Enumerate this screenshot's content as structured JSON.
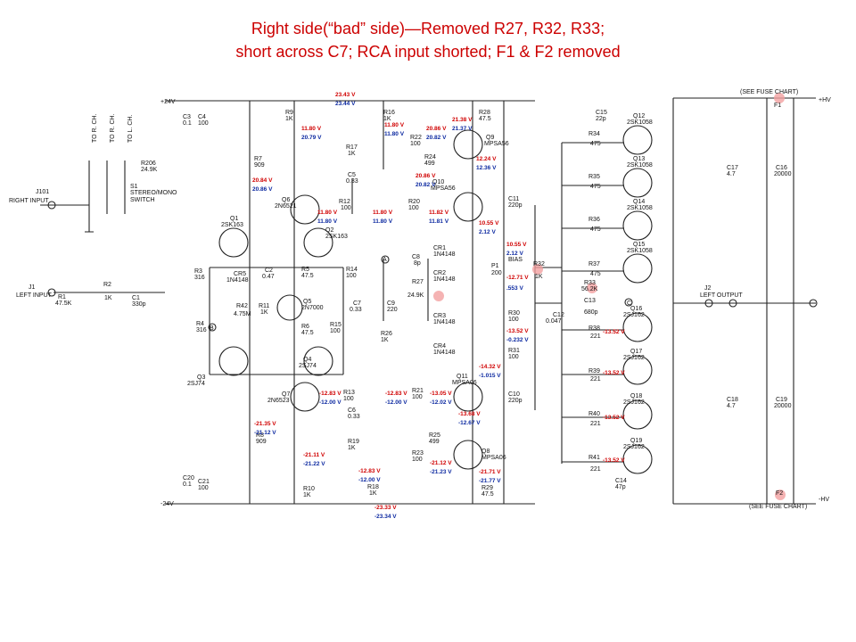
{
  "title": {
    "line1": "Right side(“bad” side)—Removed  R27, R32, R33;",
    "line2": "short across C7; RCA input shorted;  F1 & F2 removed"
  },
  "colors": {
    "title": "#cc0000",
    "meas_red": "#d00000",
    "meas_blue": "#0b28a0",
    "removed_mark": "#f2a0a0"
  },
  "schematic": {
    "rails": {
      "pos": "+24V",
      "neg": "-24V",
      "hv_pos": "+HV",
      "hv_neg": "-HV",
      "fuse_chart_top": "(SEE FUSE CHART)",
      "fuse_chart_bottom": "(SEE FUSE CHART)"
    },
    "io": {
      "right_input": "RIGHT INPUT",
      "j101": "J101",
      "left_input": "LEFT INPUT",
      "j1": "J1",
      "left_output": "LEFT OUTPUT",
      "j2": "J2",
      "to_r_ch_c": "TO R. CH.",
      "to_r_ch_a": "TO R. CH.",
      "to_l_ch": "TO L. CH.",
      "switch": "STEREO/MONO",
      "switch2": "SWITCH",
      "s1": "S1"
    },
    "labels": [
      {
        "id": "r206",
        "text": "R206"
      },
      {
        "id": "r206v",
        "text": "24.9K"
      },
      {
        "id": "c3",
        "text": "C3"
      },
      {
        "id": "c3v",
        "text": "0.1"
      },
      {
        "id": "c4",
        "text": "C4"
      },
      {
        "id": "c4v",
        "text": "100"
      },
      {
        "id": "r9",
        "text": "R9"
      },
      {
        "id": "r9v",
        "text": "1K"
      },
      {
        "id": "r16",
        "text": "R16"
      },
      {
        "id": "r16v",
        "text": "1K"
      },
      {
        "id": "r28",
        "text": "R28"
      },
      {
        "id": "r28v",
        "text": "47.5"
      },
      {
        "id": "q9",
        "text": "Q9"
      },
      {
        "id": "q9v",
        "text": "MPSA56"
      },
      {
        "id": "r22",
        "text": "R22"
      },
      {
        "id": "r22v",
        "text": "100"
      },
      {
        "id": "r24",
        "text": "R24"
      },
      {
        "id": "r24v",
        "text": "499"
      },
      {
        "id": "r17",
        "text": "R17"
      },
      {
        "id": "r17v",
        "text": "1K"
      },
      {
        "id": "c5",
        "text": "C5"
      },
      {
        "id": "c5v",
        "text": "0.33"
      },
      {
        "id": "r7",
        "text": "R7"
      },
      {
        "id": "r7v",
        "text": "909"
      },
      {
        "id": "q6",
        "text": "Q6"
      },
      {
        "id": "q6v",
        "text": "2N6521"
      },
      {
        "id": "r12",
        "text": "R12"
      },
      {
        "id": "r12v",
        "text": "100"
      },
      {
        "id": "r20",
        "text": "R20"
      },
      {
        "id": "r20v",
        "text": "100"
      },
      {
        "id": "q10",
        "text": "Q10"
      },
      {
        "id": "q10v",
        "text": "MPSA56"
      },
      {
        "id": "c11",
        "text": "C11"
      },
      {
        "id": "c11v",
        "text": "220p"
      },
      {
        "id": "q1",
        "text": "Q1"
      },
      {
        "id": "q1v",
        "text": "2SK163"
      },
      {
        "id": "q2",
        "text": "Q2"
      },
      {
        "id": "q2v",
        "text": "2SK163"
      },
      {
        "id": "cr1",
        "text": "CR1"
      },
      {
        "id": "cr1v",
        "text": "1N4148"
      },
      {
        "id": "cr2",
        "text": "CR2"
      },
      {
        "id": "cr2v",
        "text": "1N4148"
      },
      {
        "id": "p1",
        "text": "P1"
      },
      {
        "id": "p1v",
        "text": "200"
      },
      {
        "id": "bias",
        "text": "BIAS"
      },
      {
        "id": "r32",
        "text": "R32"
      },
      {
        "id": "r32v",
        "text": "1K"
      },
      {
        "id": "r3",
        "text": "R3"
      },
      {
        "id": "r3v",
        "text": "316"
      },
      {
        "id": "cr5",
        "text": "CR5"
      },
      {
        "id": "cr5v",
        "text": "1N4148"
      },
      {
        "id": "c2",
        "text": "C2"
      },
      {
        "id": "c2v",
        "text": "0.47"
      },
      {
        "id": "r5",
        "text": "R5"
      },
      {
        "id": "r5v",
        "text": "47.5"
      },
      {
        "id": "r14",
        "text": "R14"
      },
      {
        "id": "r14v",
        "text": "100"
      },
      {
        "id": "c8",
        "text": "C8"
      },
      {
        "id": "c8v",
        "text": "8p"
      },
      {
        "id": "r27",
        "text": "R27"
      },
      {
        "id": "r27v",
        "text": "24.9K"
      },
      {
        "id": "r1",
        "text": "R1"
      },
      {
        "id": "r1v",
        "text": "47.5K"
      },
      {
        "id": "r2",
        "text": "R2"
      },
      {
        "id": "r2v",
        "text": "1K"
      },
      {
        "id": "c1",
        "text": "C1"
      },
      {
        "id": "c1v",
        "text": "330p"
      },
      {
        "id": "r42",
        "text": "R42"
      },
      {
        "id": "r42v",
        "text": "4.75M"
      },
      {
        "id": "r11",
        "text": "R11"
      },
      {
        "id": "r11v",
        "text": "1K"
      },
      {
        "id": "q5",
        "text": "Q5"
      },
      {
        "id": "q5v",
        "text": "2N7000"
      },
      {
        "id": "c7",
        "text": "C7"
      },
      {
        "id": "c7v",
        "text": "0.33"
      },
      {
        "id": "c9",
        "text": "C9"
      },
      {
        "id": "c9v",
        "text": "220"
      },
      {
        "id": "r4",
        "text": "R4"
      },
      {
        "id": "r4v",
        "text": "316"
      },
      {
        "id": "r6",
        "text": "R6"
      },
      {
        "id": "r6v",
        "text": "47.5"
      },
      {
        "id": "r15",
        "text": "R15"
      },
      {
        "id": "r15v",
        "text": "100"
      },
      {
        "id": "r26",
        "text": "R26"
      },
      {
        "id": "r26v",
        "text": "1K"
      },
      {
        "id": "cr3",
        "text": "CR3"
      },
      {
        "id": "cr3v",
        "text": "1N4148"
      },
      {
        "id": "r30",
        "text": "R30"
      },
      {
        "id": "r30v",
        "text": "100"
      },
      {
        "id": "c12",
        "text": "C12"
      },
      {
        "id": "c12v",
        "text": "0.047"
      },
      {
        "id": "q3",
        "text": "Q3"
      },
      {
        "id": "q3v",
        "text": "2SJ74"
      },
      {
        "id": "q4",
        "text": "Q4"
      },
      {
        "id": "q4v",
        "text": "2SJ74"
      },
      {
        "id": "cr4",
        "text": "CR4"
      },
      {
        "id": "cr4v",
        "text": "1N4148"
      },
      {
        "id": "r31",
        "text": "R31"
      },
      {
        "id": "r31v",
        "text": "100"
      },
      {
        "id": "q7",
        "text": "Q7"
      },
      {
        "id": "q7v",
        "text": "2N6523"
      },
      {
        "id": "r13",
        "text": "R13"
      },
      {
        "id": "r13v",
        "text": "100"
      },
      {
        "id": "r21",
        "text": "R21"
      },
      {
        "id": "r21v",
        "text": "100"
      },
      {
        "id": "q11",
        "text": "Q11"
      },
      {
        "id": "q11v",
        "text": "MPSA06"
      },
      {
        "id": "c10",
        "text": "C10"
      },
      {
        "id": "c10v",
        "text": "220p"
      },
      {
        "id": "c6",
        "text": "C6"
      },
      {
        "id": "c6v",
        "text": "0.33"
      },
      {
        "id": "r19",
        "text": "R19"
      },
      {
        "id": "r19v",
        "text": "1K"
      },
      {
        "id": "r25",
        "text": "R25"
      },
      {
        "id": "r25v",
        "text": "499"
      },
      {
        "id": "r8",
        "text": "R8"
      },
      {
        "id": "r8v",
        "text": "909"
      },
      {
        "id": "q8",
        "text": "Q8"
      },
      {
        "id": "q8v",
        "text": "MPSA06"
      },
      {
        "id": "r23",
        "text": "R23"
      },
      {
        "id": "r23v",
        "text": "100"
      },
      {
        "id": "c20",
        "text": "C20"
      },
      {
        "id": "c20v",
        "text": "0.1"
      },
      {
        "id": "c21",
        "text": "C21"
      },
      {
        "id": "c21v",
        "text": "100"
      },
      {
        "id": "r10",
        "text": "R10"
      },
      {
        "id": "r10v",
        "text": "1K"
      },
      {
        "id": "r18",
        "text": "R18"
      },
      {
        "id": "r18v",
        "text": "1K"
      },
      {
        "id": "r29",
        "text": "R29"
      },
      {
        "id": "r29v",
        "text": "47.5"
      },
      {
        "id": "c15",
        "text": "C15"
      },
      {
        "id": "c15v",
        "text": "22p"
      },
      {
        "id": "q12",
        "text": "Q12"
      },
      {
        "id": "q12v",
        "text": "2SK1058"
      },
      {
        "id": "q13",
        "text": "Q13"
      },
      {
        "id": "q13v",
        "text": "2SK1058"
      },
      {
        "id": "q14",
        "text": "Q14"
      },
      {
        "id": "q14v",
        "text": "2SK1058"
      },
      {
        "id": "q15",
        "text": "Q15"
      },
      {
        "id": "q15v",
        "text": "2SK1058"
      },
      {
        "id": "r34",
        "text": "R34"
      },
      {
        "id": "r34v",
        "text": "475"
      },
      {
        "id": "r35",
        "text": "R35"
      },
      {
        "id": "r35v",
        "text": "475"
      },
      {
        "id": "r36",
        "text": "R36"
      },
      {
        "id": "r36v",
        "text": "475"
      },
      {
        "id": "r37",
        "text": "R37"
      },
      {
        "id": "r37v",
        "text": "475"
      },
      {
        "id": "c17",
        "text": "C17"
      },
      {
        "id": "c17v",
        "text": "4.7"
      },
      {
        "id": "c16",
        "text": "C16"
      },
      {
        "id": "c16v",
        "text": "20000"
      },
      {
        "id": "r33",
        "text": "R33"
      },
      {
        "id": "r33v",
        "text": "56.2K"
      },
      {
        "id": "c13",
        "text": "C13"
      },
      {
        "id": "c13v",
        "text": "680p"
      },
      {
        "id": "q16",
        "text": "Q16"
      },
      {
        "id": "q16v",
        "text": "2SJ162"
      },
      {
        "id": "q17",
        "text": "Q17"
      },
      {
        "id": "q17v",
        "text": "2SJ162"
      },
      {
        "id": "q18",
        "text": "Q18"
      },
      {
        "id": "q18v",
        "text": "2SJ162"
      },
      {
        "id": "q19",
        "text": "Q19"
      },
      {
        "id": "q19v",
        "text": "2SJ162"
      },
      {
        "id": "r38",
        "text": "R38"
      },
      {
        "id": "r38v",
        "text": "221"
      },
      {
        "id": "r39",
        "text": "R39"
      },
      {
        "id": "r39v",
        "text": "221"
      },
      {
        "id": "r40",
        "text": "R40"
      },
      {
        "id": "r40v",
        "text": "221"
      },
      {
        "id": "r41",
        "text": "R41"
      },
      {
        "id": "r41v",
        "text": "221"
      },
      {
        "id": "c18",
        "text": "C18"
      },
      {
        "id": "c18v",
        "text": "4.7"
      },
      {
        "id": "c19",
        "text": "C19"
      },
      {
        "id": "c19v",
        "text": "20000"
      },
      {
        "id": "c14",
        "text": "C14"
      },
      {
        "id": "c14v",
        "text": "47p"
      },
      {
        "id": "f1",
        "text": "F1"
      },
      {
        "id": "f2",
        "text": "F2"
      },
      {
        "id": "nodeA",
        "text": "A"
      },
      {
        "id": "nodeB",
        "text": "B"
      },
      {
        "id": "nodeC",
        "text": "C"
      }
    ],
    "measurements": [
      {
        "id": "m1",
        "text": "23.43 V",
        "color": "red"
      },
      {
        "id": "m2",
        "text": "23.44 V",
        "color": "blue"
      },
      {
        "id": "m3",
        "text": "11.80 V",
        "color": "red"
      },
      {
        "id": "m4",
        "text": "11.80 V",
        "color": "blue"
      },
      {
        "id": "m5",
        "text": "21.38 V",
        "color": "red"
      },
      {
        "id": "m6",
        "text": "21.37 V",
        "color": "blue"
      },
      {
        "id": "m7",
        "text": "11.80 V",
        "color": "red"
      },
      {
        "id": "m8",
        "text": "20.79 V",
        "color": "blue"
      },
      {
        "id": "m9",
        "text": "20.86 V",
        "color": "red"
      },
      {
        "id": "m10",
        "text": "20.82 V",
        "color": "blue"
      },
      {
        "id": "m11",
        "text": "12.24 V",
        "color": "red"
      },
      {
        "id": "m12",
        "text": "12.36 V",
        "color": "blue"
      },
      {
        "id": "m13",
        "text": "20.86 V",
        "color": "red"
      },
      {
        "id": "m14",
        "text": "20.82 V",
        "color": "blue"
      },
      {
        "id": "m15",
        "text": "20.84 V",
        "color": "red"
      },
      {
        "id": "m16",
        "text": "20.86 V",
        "color": "blue"
      },
      {
        "id": "m17",
        "text": "11.80 V",
        "color": "red"
      },
      {
        "id": "m18",
        "text": "11.80 V",
        "color": "blue"
      },
      {
        "id": "m19",
        "text": "11.80 V",
        "color": "red"
      },
      {
        "id": "m20",
        "text": "11.80 V",
        "color": "blue"
      },
      {
        "id": "m21",
        "text": "11.82 V",
        "color": "red"
      },
      {
        "id": "m22",
        "text": "11.81 V",
        "color": "blue"
      },
      {
        "id": "m23",
        "text": "10.55 V",
        "color": "red"
      },
      {
        "id": "m24",
        "text": "2.12 V",
        "color": "blue"
      },
      {
        "id": "m25",
        "text": "10.55 V",
        "color": "red"
      },
      {
        "id": "m26",
        "text": "2.12 V",
        "color": "blue"
      },
      {
        "id": "m27",
        "text": "-12.71 V",
        "color": "red"
      },
      {
        "id": "m28",
        "text": ".553 V",
        "color": "blue"
      },
      {
        "id": "m29",
        "text": "-13.52 V",
        "color": "red"
      },
      {
        "id": "m30",
        "text": "-0.232 V",
        "color": "blue"
      },
      {
        "id": "m31",
        "text": "-14.32 V",
        "color": "red"
      },
      {
        "id": "m32",
        "text": "-1.015 V",
        "color": "blue"
      },
      {
        "id": "m33",
        "text": "-12.83 V",
        "color": "red"
      },
      {
        "id": "m34",
        "text": "-12.00 V",
        "color": "blue"
      },
      {
        "id": "m35",
        "text": "-12.83 V",
        "color": "red"
      },
      {
        "id": "m36",
        "text": "-12.00 V",
        "color": "blue"
      },
      {
        "id": "m37",
        "text": "-13.05 V",
        "color": "red"
      },
      {
        "id": "m38",
        "text": "-12.02 V",
        "color": "blue"
      },
      {
        "id": "m39",
        "text": "-13.68 V",
        "color": "red"
      },
      {
        "id": "m40",
        "text": "-12.67 V",
        "color": "blue"
      },
      {
        "id": "m41",
        "text": "-21.35 V",
        "color": "red"
      },
      {
        "id": "m42",
        "text": "-21.12 V",
        "color": "blue"
      },
      {
        "id": "m43",
        "text": "-21.11 V",
        "color": "red"
      },
      {
        "id": "m44",
        "text": "-21.22 V",
        "color": "blue"
      },
      {
        "id": "m45",
        "text": "-21.12 V",
        "color": "red"
      },
      {
        "id": "m46",
        "text": "-21.23 V",
        "color": "blue"
      },
      {
        "id": "m47",
        "text": "-21.71 V",
        "color": "red"
      },
      {
        "id": "m48",
        "text": "-21.77 V",
        "color": "blue"
      },
      {
        "id": "m49",
        "text": "-12.83 V",
        "color": "red"
      },
      {
        "id": "m50",
        "text": "-12.00 V",
        "color": "blue"
      },
      {
        "id": "m51",
        "text": "-23.33 V",
        "color": "red"
      },
      {
        "id": "m52",
        "text": "-23.34 V",
        "color": "blue"
      },
      {
        "id": "m53",
        "text": "-13.52 V",
        "color": "red"
      },
      {
        "id": "m54",
        "text": "-13.52 V",
        "color": "red"
      },
      {
        "id": "m55",
        "text": "-13.52 V",
        "color": "red"
      },
      {
        "id": "m56",
        "text": "-13.52 V",
        "color": "red"
      }
    ]
  }
}
